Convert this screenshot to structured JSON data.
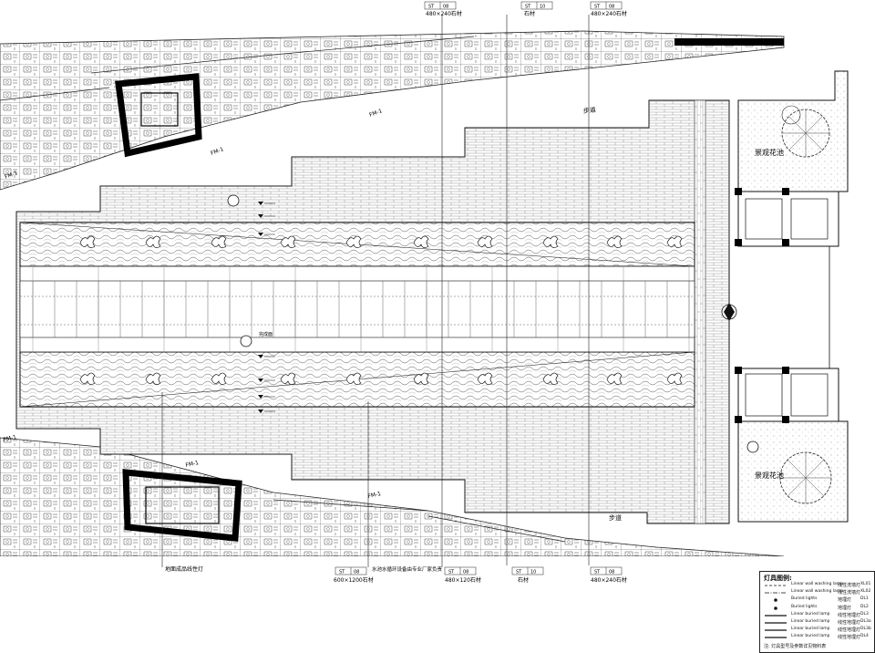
{
  "callouts_top": [
    {
      "ref": "ST",
      "sheet": "08",
      "material": "480×240石材"
    },
    {
      "ref": "ST",
      "sheet": "10",
      "material": "石材"
    },
    {
      "ref": "ST",
      "sheet": "08",
      "material": "480×240石材"
    }
  ],
  "callouts_bottom": [
    {
      "ref": "",
      "sheet": "",
      "material": "地面成品线性灯"
    },
    {
      "ref": "ST",
      "sheet": "08",
      "material": "600×1200石材"
    },
    {
      "ref": "",
      "sheet": "",
      "material": "水池水循环设备由专业厂家负责"
    },
    {
      "ref": "ST",
      "sheet": "08",
      "material": "480×120石材"
    },
    {
      "ref": "ST",
      "sheet": "10",
      "material": "石材"
    },
    {
      "ref": "ST",
      "sheet": "08",
      "material": "480×240石材"
    }
  ],
  "planter_labels": [
    "景观花池",
    "景观花池"
  ],
  "fm_labels": [
    "FM-1",
    "FM-1",
    "FM-1",
    "FM-1",
    "FM-1",
    "FM-1"
  ],
  "street_labels": [
    "步道",
    "步道"
  ],
  "level_tag": "完成面",
  "legend": {
    "title": "灯具图例:",
    "rows": [
      {
        "symbol": "dash",
        "en": "Linear wall washing lamp",
        "cn": "线性洗墙灯",
        "code": "XL01"
      },
      {
        "symbol": "dashdot",
        "en": "Linear wall washing lamp",
        "cn": "线性洗墙灯",
        "code": "XL02"
      },
      {
        "symbol": "dot",
        "en": "Buried lights",
        "cn": "地埋灯",
        "code": "DL1"
      },
      {
        "symbol": "dot",
        "en": "Buried lights",
        "cn": "地埋灯",
        "code": "DL2"
      },
      {
        "symbol": "line",
        "en": "Linear buried lamp",
        "cn": "线性地埋灯",
        "code": "DL3"
      },
      {
        "symbol": "line",
        "en": "Linear buried lamp",
        "cn": "线性地埋灯",
        "code": "DL3a"
      },
      {
        "symbol": "line",
        "en": "Linear buried lamp",
        "cn": "线性地埋灯",
        "code": "DL3b"
      },
      {
        "symbol": "line",
        "en": "Linear buried lamp",
        "cn": "线性地埋灯",
        "code": "DL4"
      }
    ],
    "note": "注: 灯具型号及参数详见物料表"
  },
  "colors": {
    "line": "#1a1a1a",
    "hatch": "#6f6f6f",
    "wall": "#0a0a0a",
    "paper": "#ffffff"
  }
}
